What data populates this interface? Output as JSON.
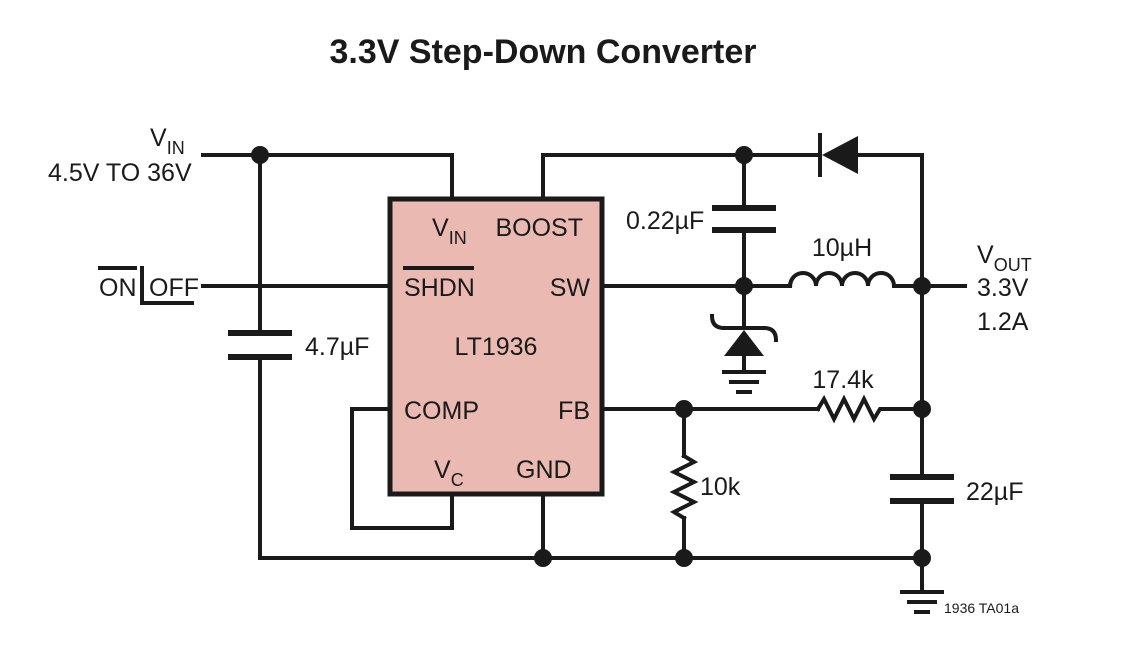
{
  "title": "3.3V Step-Down Converter",
  "input": {
    "v_main": "V",
    "v_sub": "IN",
    "range": "4.5V TO 36V"
  },
  "shutdown_switch": {
    "on": "ON",
    "off": "OFF"
  },
  "ic": {
    "part": "LT1936",
    "pins": {
      "vin_main": "V",
      "vin_sub": "IN",
      "boost": "BOOST",
      "shdn": "SHDN",
      "sw": "SW",
      "comp": "COMP",
      "fb": "FB",
      "vc_main": "V",
      "vc_sub": "C",
      "gnd": "GND"
    }
  },
  "components": {
    "c_in": "4.7µF",
    "c_boost": "0.22µF",
    "inductor": "10µH",
    "r_top": "17.4k",
    "r_bottom": "10k",
    "c_out": "22µF"
  },
  "output": {
    "v_main": "V",
    "v_sub": "OUT",
    "voltage": "3.3V",
    "current": "1.2A"
  },
  "figure_id": "1936 TA01a"
}
